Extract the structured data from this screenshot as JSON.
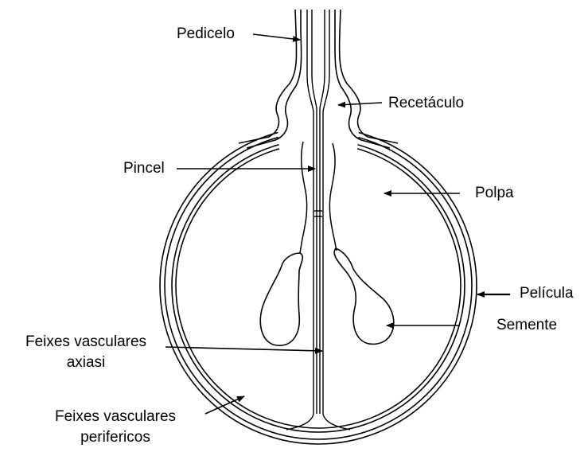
{
  "labels": {
    "pedicelo": "Pedicelo",
    "recetaculo": "Recetáculo",
    "pincel": "Pincel",
    "polpa": "Polpa",
    "pelicula": "Película",
    "semente": "Semente",
    "feixes_axiais_line1": "Feixes vasculares",
    "feixes_axiais_line2": "axiasi",
    "feixes_perifericos_line1": "Feixes vasculares",
    "feixes_perifericos_line2": "perifericos"
  },
  "colors": {
    "line": "#000000",
    "background": "#ffffff"
  }
}
